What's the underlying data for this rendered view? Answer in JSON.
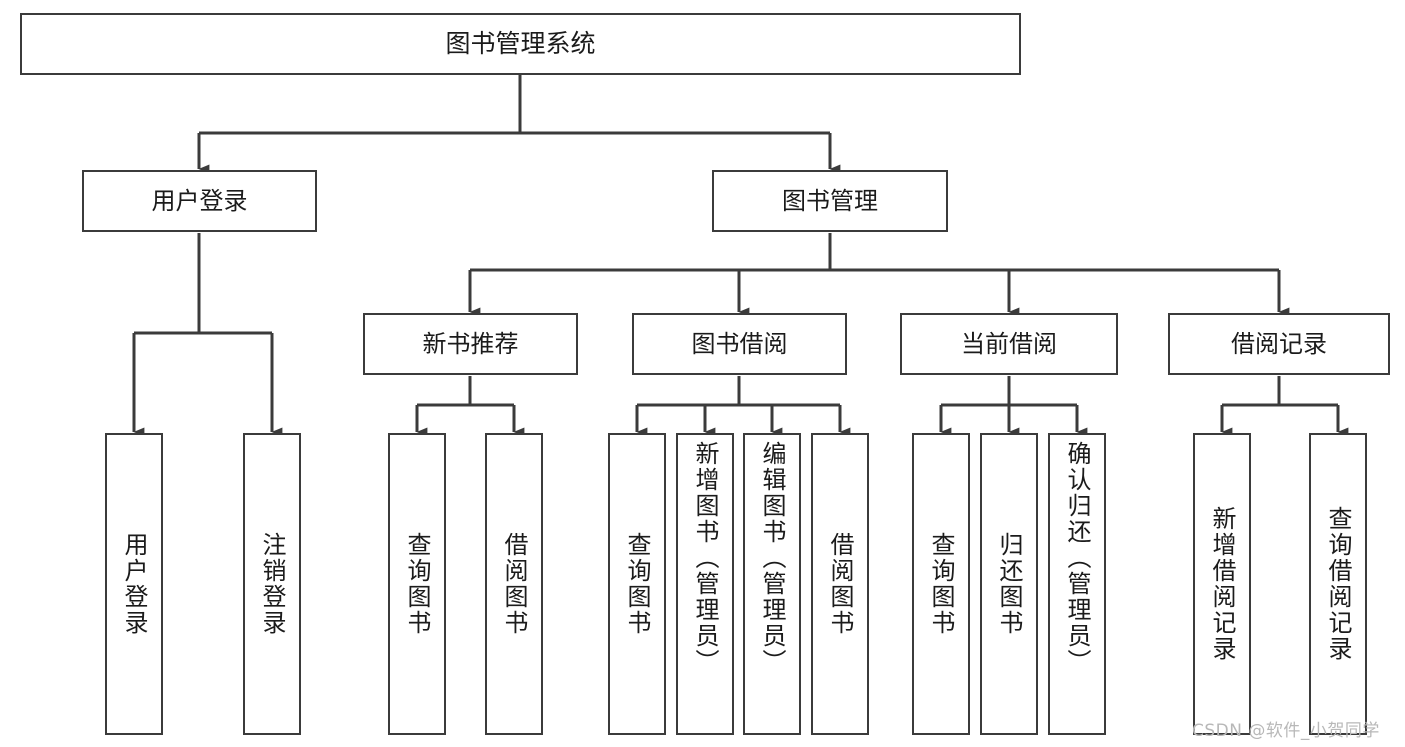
{
  "diagram": {
    "title": "图书管理系统",
    "type": "tree-hierarchy",
    "watermark": "CSDN @软件_小贺同学",
    "colors": {
      "stroke": "#3b3b3b",
      "fill": "#ffffff",
      "text": "#1b1b1b",
      "watermark": "#b8b8b8"
    },
    "nodes": {
      "root": {
        "label": "图书管理系统"
      },
      "level2": [
        {
          "id": "user-login",
          "label": "用户登录"
        },
        {
          "id": "book-management",
          "label": "图书管理"
        }
      ],
      "level3": [
        {
          "id": "new-book-recommend",
          "label": "新书推荐"
        },
        {
          "id": "book-borrow",
          "label": "图书借阅"
        },
        {
          "id": "current-borrow",
          "label": "当前借阅"
        },
        {
          "id": "borrow-record",
          "label": "借阅记录"
        }
      ],
      "leaves": {
        "user-login": [
          {
            "id": "leaf-user-login",
            "label": "用户登录"
          },
          {
            "id": "leaf-logout-login",
            "label": "注销登录"
          }
        ],
        "new-book-recommend": [
          {
            "id": "leaf-query-book-1",
            "label": "查询图书"
          },
          {
            "id": "leaf-borrow-book-1",
            "label": "借阅图书"
          }
        ],
        "book-borrow": [
          {
            "id": "leaf-query-book-2",
            "label": "查询图书"
          },
          {
            "id": "leaf-add-book-admin",
            "label": "新增图书（管理员）"
          },
          {
            "id": "leaf-edit-book-admin",
            "label": "编辑图书（管理员）"
          },
          {
            "id": "leaf-borrow-book-2",
            "label": "借阅图书"
          }
        ],
        "current-borrow": [
          {
            "id": "leaf-query-book-3",
            "label": "查询图书"
          },
          {
            "id": "leaf-return-book",
            "label": "归还图书"
          },
          {
            "id": "leaf-confirm-return-admin",
            "label": "确认归还（管理员）"
          }
        ],
        "borrow-record": [
          {
            "id": "leaf-add-borrow-record",
            "label": "新增借阅记录"
          },
          {
            "id": "leaf-query-borrow-record",
            "label": "查询借阅记录"
          }
        ]
      }
    }
  }
}
